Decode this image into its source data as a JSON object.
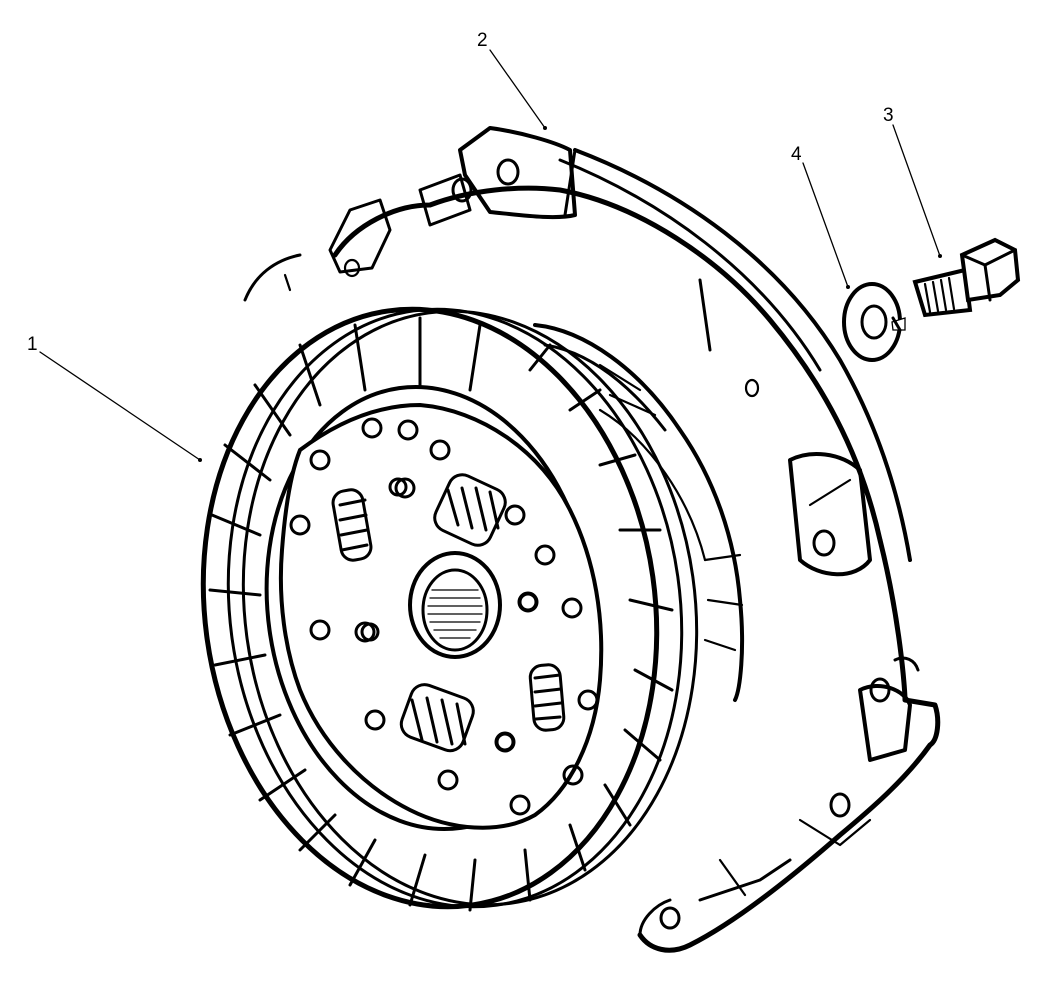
{
  "figure": {
    "background": "#ffffff",
    "ink_color": "#000000"
  },
  "callouts": [
    {
      "id": "1",
      "label": "1",
      "part": "clutch-disc"
    },
    {
      "id": "2",
      "label": "2",
      "part": "pressure-plate-cover"
    },
    {
      "id": "3",
      "label": "3",
      "part": "bolt"
    },
    {
      "id": "4",
      "label": "4",
      "part": "washer"
    }
  ]
}
